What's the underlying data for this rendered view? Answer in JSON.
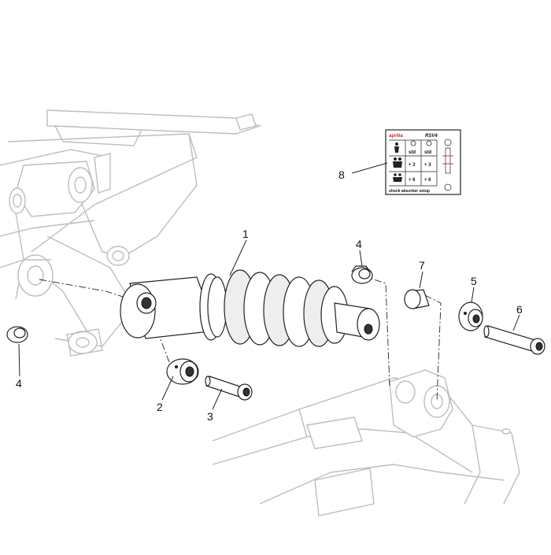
{
  "callouts": {
    "c1": "1",
    "c2": "2",
    "c3": "3",
    "c4a": "4",
    "c4b": "4",
    "c5": "5",
    "c6": "6",
    "c7": "7",
    "c8": "8"
  },
  "setup_label": {
    "brand": "aprilia",
    "model": "RSV4",
    "cell_std_1": "std",
    "cell_std_2": "std",
    "cell_p3_1": "+ 3",
    "cell_p3_2": "+ 3",
    "cell_p6_1": "+ 6",
    "cell_p6_2": "+ 6",
    "footer": "shock absorber setup"
  },
  "colors": {
    "outline": "#222222",
    "frame_outline": "#bdbdbd",
    "brand_red": "#d22630"
  }
}
